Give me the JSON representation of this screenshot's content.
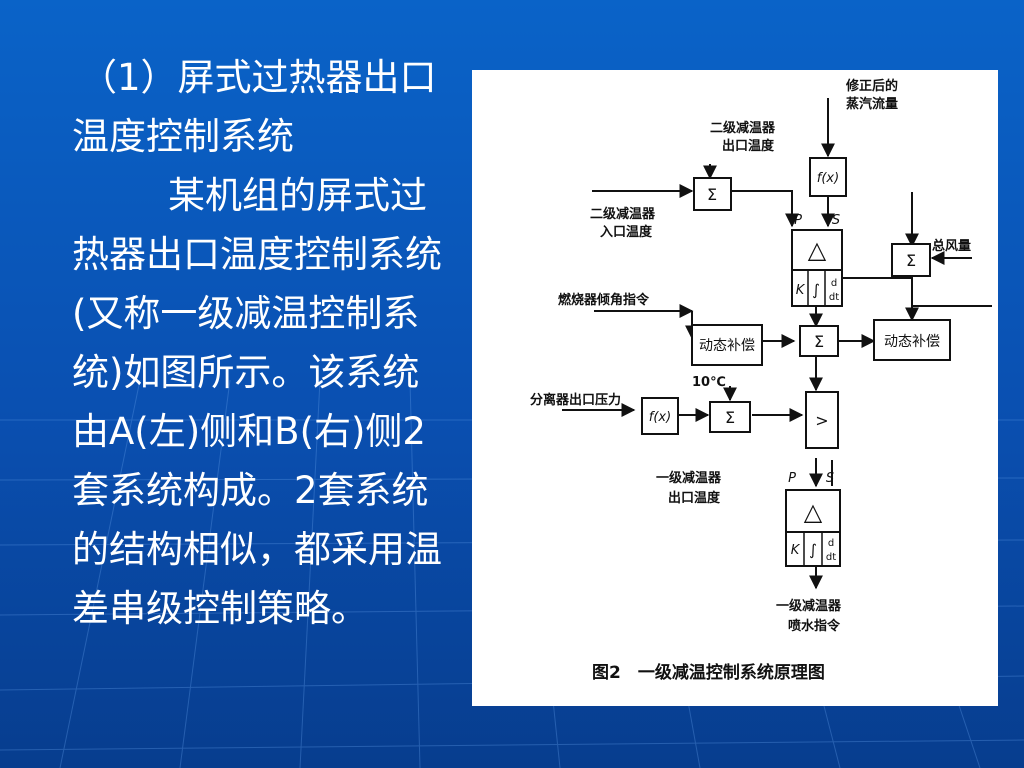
{
  "text": {
    "heading_num": "（1）",
    "heading_title": "屏式过热器出口温度控制系统",
    "paragraph": "某机组的屏式过热器出口温度控制系统(又称一级减温控制系统)如图所示。该系统由A(左)侧和B(右)侧2套系统构成。2套系统的结构相似，都采用温差串级控制策略。"
  },
  "diagram": {
    "caption": "图2　一级减温控制系统原理图",
    "labels": {
      "corrected_flow_1": "修正后的",
      "corrected_flow_2": "蒸汽流量",
      "stage2_out_1": "二级减温器",
      "stage2_out_2": "出口温度",
      "stage2_in_1": "二级减温器",
      "stage2_in_2": "入口温度",
      "total_air": "总风量",
      "burner_tilt": "燃烧器倾角指令",
      "separator_pressure": "分离器出口压力",
      "ten_c": "10℃",
      "stage1_out_1": "一级减温器",
      "stage1_out_2": "出口温度",
      "stage1_spray_1": "一级减温器",
      "stage1_spray_2": "喷水指令"
    },
    "blocks": {
      "sum": "Σ",
      "fx": "f(x)",
      "dyn_comp": "动态补偿",
      "max": ">",
      "delta": "△",
      "k": "K",
      "integral": "∫",
      "deriv_top": "d",
      "deriv_bot": "dt",
      "p": "P",
      "s": "S"
    }
  },
  "colors": {
    "background_top": "#0a63c8",
    "background_bottom": "#073d8e",
    "text": "#ffffff",
    "figure_bg": "#ffffff"
  }
}
